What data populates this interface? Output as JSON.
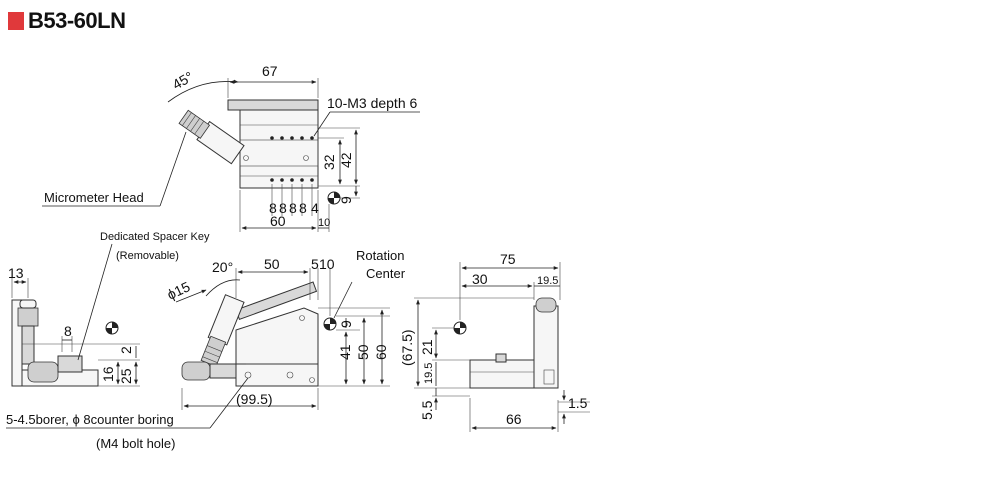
{
  "title": "B53-60LN",
  "colors": {
    "accent": "#e0393b"
  },
  "top_view": {
    "angle": "45°",
    "width": "67",
    "holes": "10-M3 depth 6",
    "h32": "32",
    "h42": "42",
    "h9": "9",
    "pitch": [
      "8",
      "8",
      "8",
      "8"
    ],
    "d4": "4",
    "w60": "60",
    "w10": "10",
    "micrometer": "Micrometer Head"
  },
  "left_view": {
    "w13": "13",
    "d8": "8",
    "h2": "2",
    "h16": "16",
    "h25": "25",
    "spacer_key": "Dedicated Spacer Key",
    "removable": "(Removable)"
  },
  "front_view": {
    "angle": "20°",
    "w50": "50",
    "w5": "5",
    "w10": "10",
    "dia": "ϕ15",
    "h9": "9",
    "h41": "41",
    "h50": "50",
    "h60": "60",
    "w995": "(99.5)",
    "rotation": "Rotation",
    "center": "Center",
    "bore": "5-4.5borer, ϕ 8counter boring",
    "bolt": "(M4 bolt hole)"
  },
  "right_view": {
    "w75": "75",
    "w30": "30",
    "w195": "19.5",
    "h675": "(67.5)",
    "h21": "21",
    "h195": "19.5",
    "h55": "5.5",
    "w66": "66",
    "w15": "1.5"
  }
}
